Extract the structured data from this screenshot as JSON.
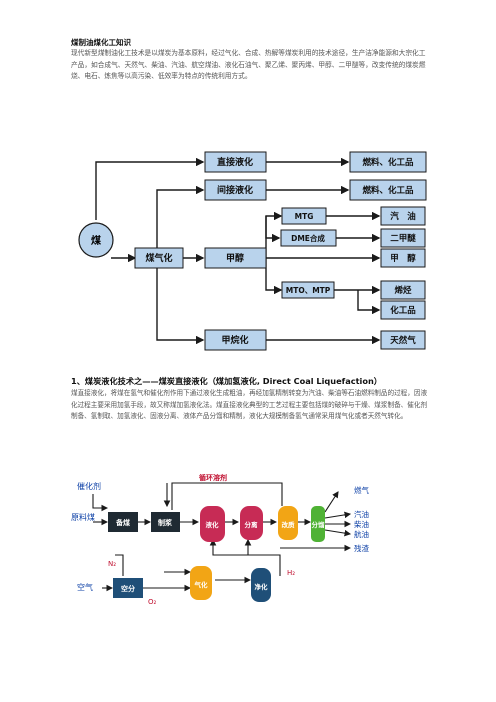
{
  "section1": {
    "title": "煤制油煤化工知识",
    "paragraph": "现代新型煤制油化工技术是以煤炭为基本原料，经过气化、合成、热解等煤炭利用的技术途径，生产洁净能源和大宗化工产品，如合成气、天然气、柴油、汽油、航空煤油、液化石油气、聚乙烯、聚丙烯、甲醇、二甲醚等，改变传统的煤炭燃烧、电石、炼焦等以高污染、低效率为特点的传统利用方式。"
  },
  "diagram1": {
    "coal": "煤",
    "gasification": "煤气化",
    "direct_liquefaction": "直接液化",
    "indirect_liquefaction": "间接液化",
    "methanol": "甲醇",
    "methanation": "甲烷化",
    "mtg": "MTG",
    "dme_synthesis": "DME合成",
    "mto_mtp": "MTO、MTP",
    "fuel_chem_1": "燃料、化工品",
    "fuel_chem_2": "燃料、化工品",
    "gasoline": "汽　油",
    "dme": "二甲醚",
    "methanol_product": "甲　醇",
    "olefins": "烯烃",
    "chemicals": "化工品",
    "natural_gas": "天然气"
  },
  "section2": {
    "heading": "1、煤炭液化技术之——煤炭直接液化（煤加氢液化, Direct Coal Liquefaction）",
    "paragraph": "煤直接液化，将煤在氢气和催化剂作用下通过液化生成粗油，再经加氢精制转变为汽油、柴油等石油燃料制品的过程，因液化过程主要采用加氢手段，故又称煤加氢液化法。煤直接液化典型的工艺过程主要包括煤的破碎与干燥、煤浆制备、催化剂制备、氢制取、加氢液化、固液分离、液体产品分馏和精制，液化大规模制备氢气通常采用煤气化或者天然气转化。"
  },
  "diagram2": {
    "catalyst": "催化剂",
    "raw_coal": "原料煤",
    "recycle_solvent": "循环溶剂",
    "coal_prep": "备煤",
    "slurry": "制浆",
    "liquefaction": "液化",
    "separation": "分离",
    "upgrading": "改质",
    "fractionation": "分馏",
    "gasify": "气化",
    "purify": "净化",
    "air": "空气",
    "air_separation": "空分",
    "n2": "N₂",
    "o2": "O₂",
    "h2": "H₂",
    "fuel_gas": "燃气",
    "gasoline": "汽油",
    "diesel": "柴油",
    "jet_fuel": "航油",
    "residue": "残渣"
  }
}
